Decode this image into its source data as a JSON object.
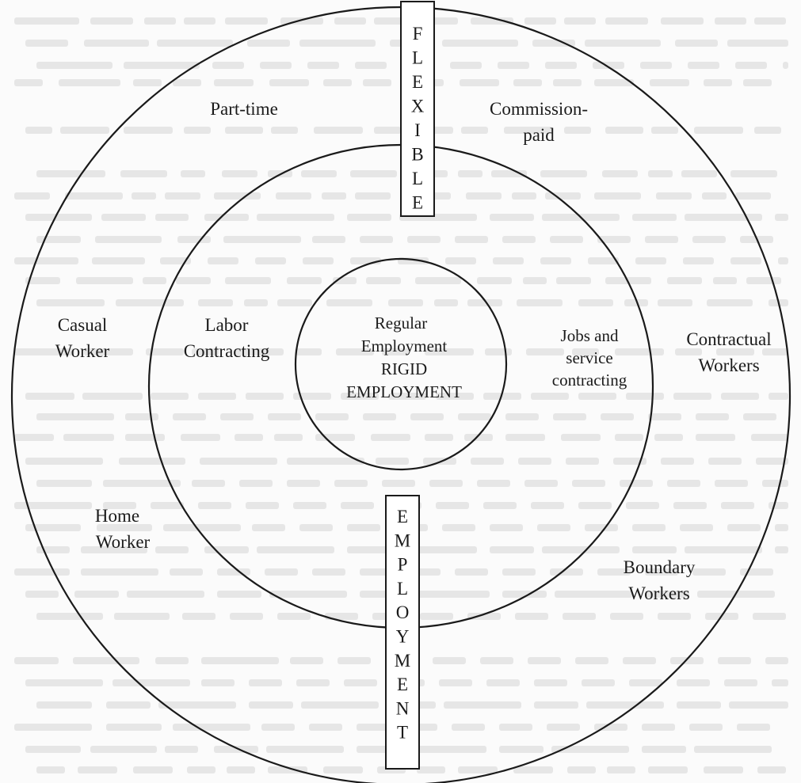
{
  "diagram": {
    "vertical_top": "FLEXIBLE",
    "vertical_bottom": "EMPLOYMENT",
    "center": {
      "line1": "Regular",
      "line2": "Employment",
      "line3": "RIGID",
      "line4": "EMPLOYMENT"
    },
    "outer_labels": {
      "part_time": "Part-time",
      "commission_line1": "Commission-",
      "commission_line2": "paid",
      "casual_line1": "Casual",
      "casual_line2": "Worker",
      "contractual_line1": "Contractual",
      "contractual_line2": "Workers",
      "home_line1": "Home",
      "home_line2": "Worker",
      "boundary_line1": "Boundary",
      "boundary_line2": "Workers"
    },
    "middle_labels": {
      "labor_line1": "Labor",
      "labor_line2": "Contracting",
      "jobs_line1": "Jobs and",
      "jobs_line2": "service",
      "jobs_line3": "contracting"
    }
  },
  "colors": {
    "ink": "#1a1a1a",
    "background": "#fbfbfb",
    "bleed_through": "#e6e6e6"
  }
}
